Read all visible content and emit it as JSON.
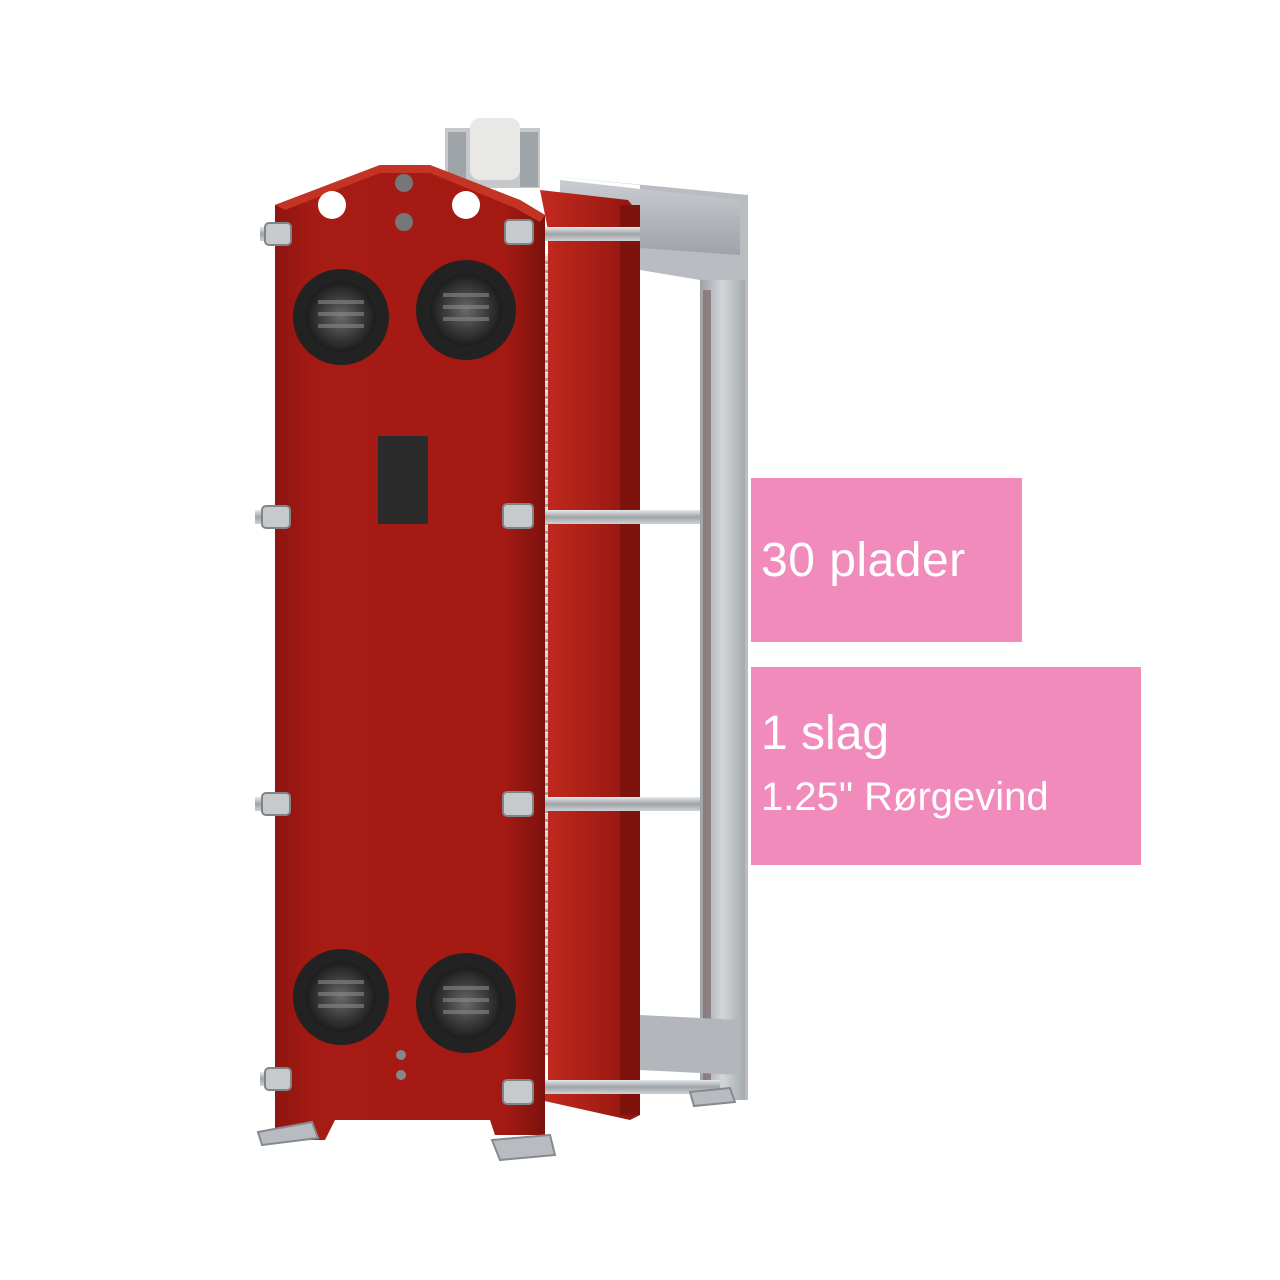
{
  "product": {
    "icon": "plate-heat-exchanger-icon",
    "frame_color": "#a81e16",
    "plate_color": "#c9c9c9",
    "rack_color": "#b8bcc0"
  },
  "labels": {
    "plates": "30 plader",
    "passes": "1 slag",
    "connection": "1.25\" Rørgevind",
    "background_color": "#f18bbb",
    "text_color": "#ffffff"
  }
}
